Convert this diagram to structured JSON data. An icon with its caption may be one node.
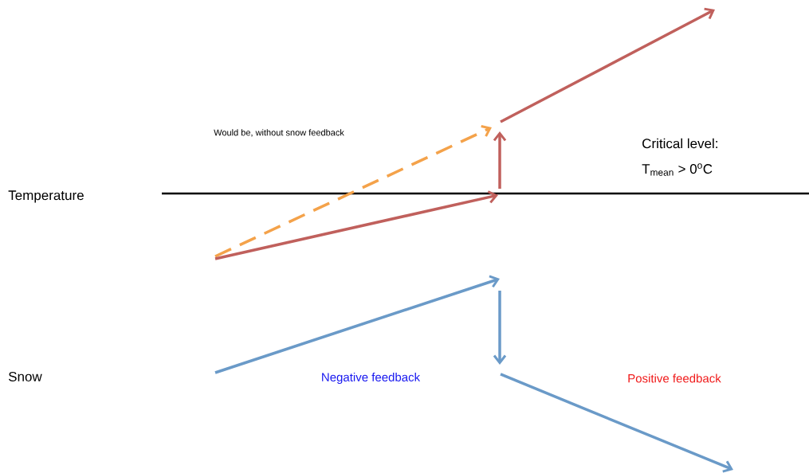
{
  "diagram": {
    "labels": [
      "Temperature",
      "Would be, without snow feedback",
      "Critical level:",
      "T$_{mean}$ > 0$^{o}$C",
      "Snow",
      "Negative feedback",
      "Positive feedback"
    ]
  }
}
